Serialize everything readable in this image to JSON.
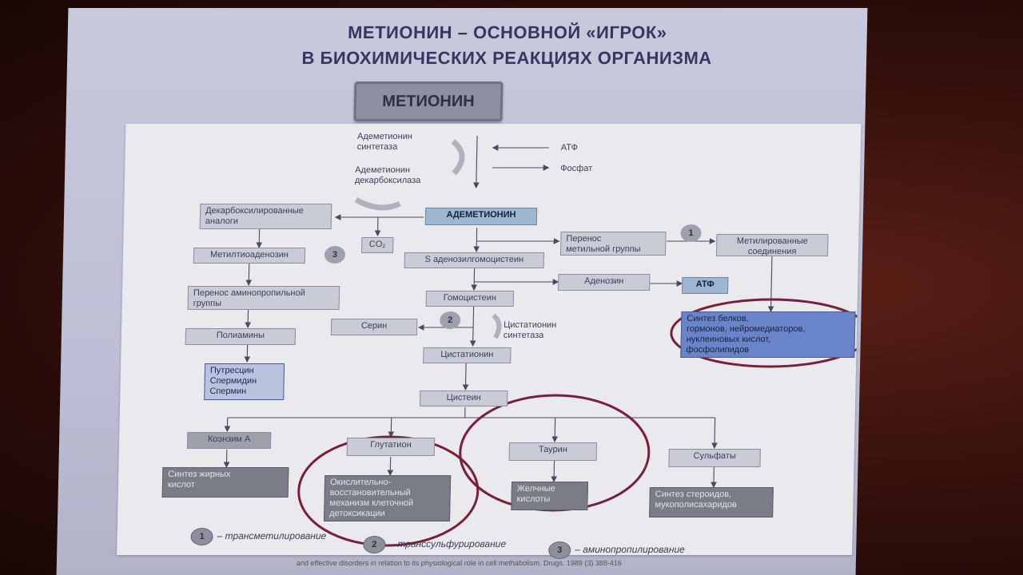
{
  "slide": {
    "title_line1": "МЕТИОНИН – ОСНОВНОЙ «ИГРОК»",
    "title_line2": "В БИОХИМИЧЕСКИХ РЕАКЦИЯХ ОРГАНИЗМА",
    "header_box": "МЕТИОНИН"
  },
  "diagram": {
    "enzyme_ademet_synthetase": "Адеметионин\nсинтетаза",
    "enzyme_ademet_decarboxylase": "Адеметионин\nдекарбоксилаза",
    "atp_in": "АТФ",
    "phosphate_out": "Фосфат",
    "ademetionine": "АДЕМЕТИОНИН",
    "decarboxylated_analogs": "Декарбоксилированные\nаналоги",
    "co2": "CO₂",
    "methylthioadenosine": "Метилтиоаденозин",
    "aminopropyl_transfer": "Перенос аминопропильной\nгруппы",
    "polyamines": "Полиамины",
    "polyamines_list": "Путресцин\nСпермидин\nСпермин",
    "methyl_transfer": "Перенос\nметильной группы",
    "methylated_compounds": "Метилированные\nсоединения",
    "s_adenosylhomocysteine": "S аденозилгомоцистеин",
    "adenosine": "Аденозин",
    "atp_out": "АТФ",
    "synthesis_blue": "Синтез белков,\nгормонов, нейромедиаторов,\nнуклеиновых кислот,\nфосфолипидов",
    "homocysteine": "Гомоцистеин",
    "serine": "Серин",
    "cystathionine_synthetase": "Цистатионин\nсинтетаза",
    "cystathionine": "Цистатионин",
    "cysteine": "Цистеин",
    "coenzyme_a": "Коэнзим А",
    "glutathione": "Глутатион",
    "taurine": "Таурин",
    "sulfates": "Сульфаты",
    "fatty_acid_synthesis": "Синтез жирных\nкислот",
    "redox_mechanism": "Окислительно-\nвосстановительный\nмеханизм клеточной\nдетоксикации",
    "bile_acids": "Желчные\nкислоты",
    "steroid_synthesis": "Синтез стероидов,\nмукополисахаридов",
    "num1": "1",
    "num2": "2",
    "num3": "3"
  },
  "legend": [
    {
      "num": "1",
      "text": "– трансметилирование"
    },
    {
      "num": "2",
      "text": "– транссульфурирование"
    },
    {
      "num": "3",
      "text": "– аминопропилирование"
    }
  ],
  "footer": "and effective disorders in relation to its physiological role in cell methabolism. Drugs. 1989 (3) 388-416"
}
